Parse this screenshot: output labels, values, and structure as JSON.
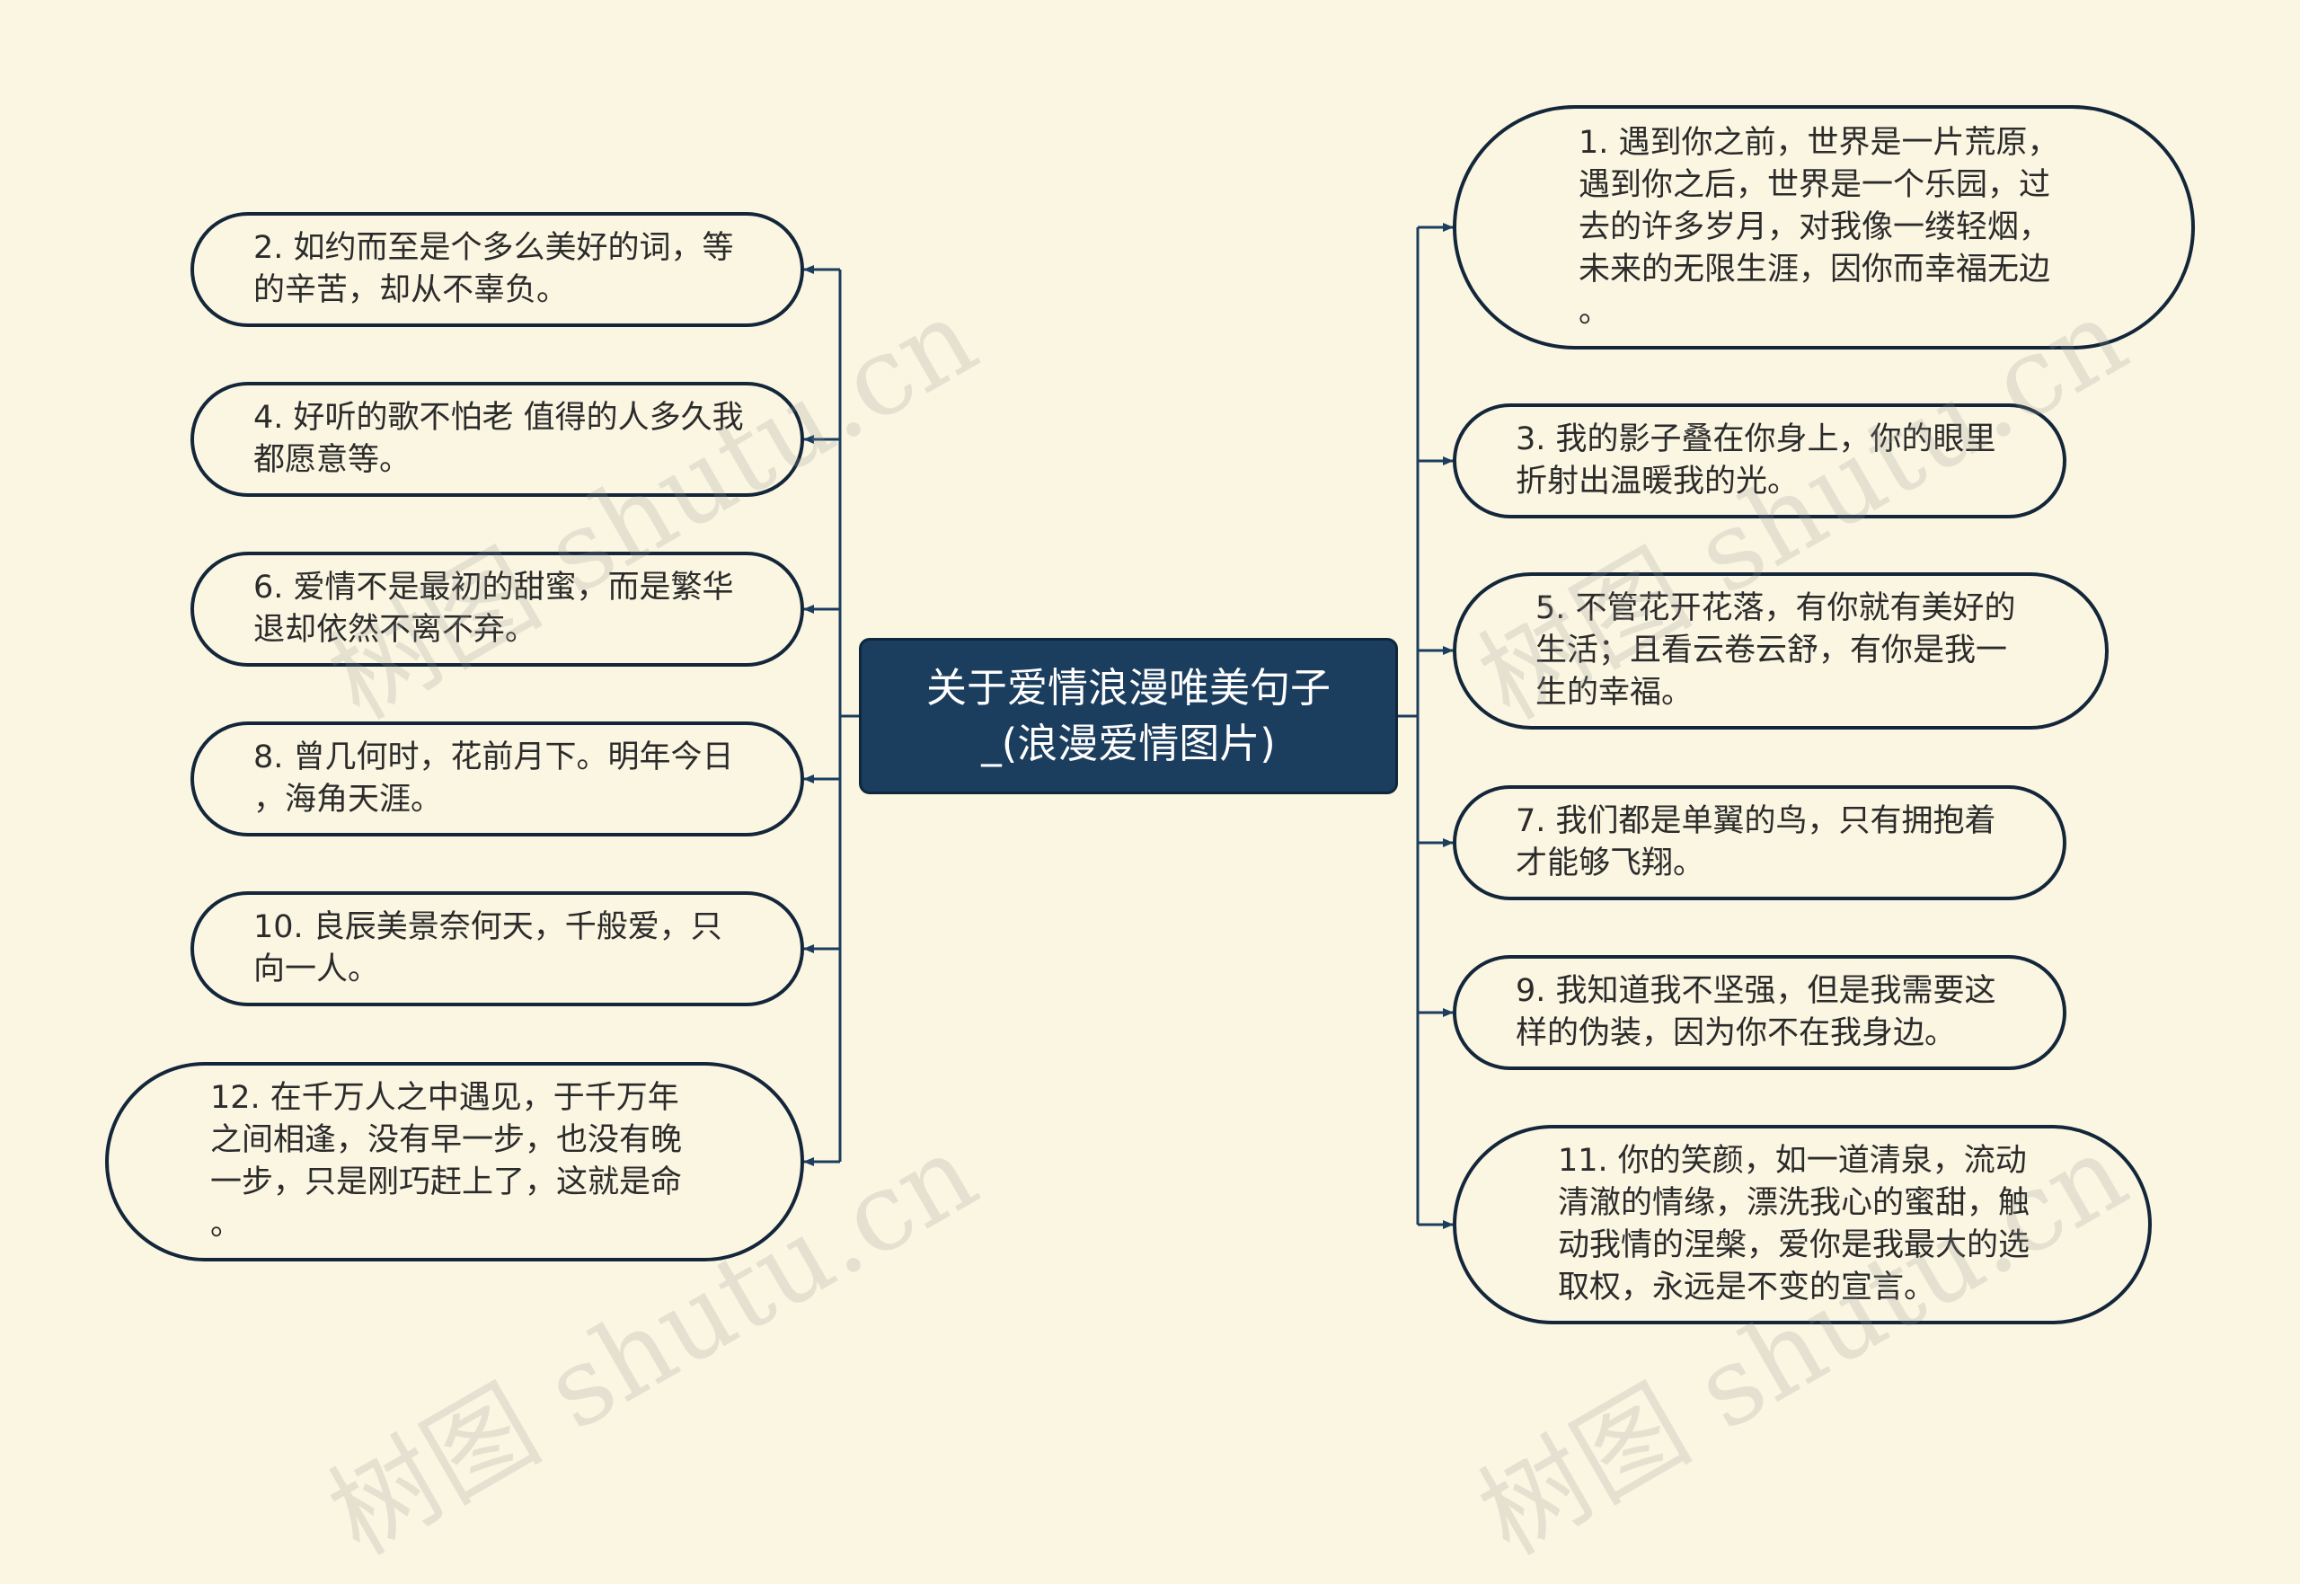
{
  "center": {
    "title": "关于爱情浪漫唯美句子_(浪漫爱情图片)"
  },
  "left_nodes": [
    {
      "text": "2. 如约而至是个多么美好的词，等\n的辛苦，却从不辜负。"
    },
    {
      "text": "4. 好听的歌不怕老 值得的人多久我\n都愿意等。"
    },
    {
      "text": "6. 爱情不是最初的甜蜜，而是繁华\n退却依然不离不弃。"
    },
    {
      "text": "8. 曾几何时，花前月下。明年今日\n，海角天涯。"
    },
    {
      "text": "10. 良辰美景奈何天，千般爱，只\n向一人。"
    },
    {
      "text": "12. 在千万人之中遇见，于千万年\n之间相逢，没有早一步，也没有晚\n一步，只是刚巧赶上了，这就是命\n。"
    }
  ],
  "right_nodes": [
    {
      "text": "1. 遇到你之前，世界是一片荒原，\n遇到你之后，世界是一个乐园，过\n去的许多岁月，对我像一缕轻烟，\n未来的无限生涯，因你而幸福无边\n。"
    },
    {
      "text": "3. 我的影子叠在你身上，你的眼里\n折射出温暖我的光。"
    },
    {
      "text": "5. 不管花开花落，有你就有美好的\n生活；且看云卷云舒，有你是我一\n生的幸福。"
    },
    {
      "text": "7. 我们都是单翼的鸟，只有拥抱着\n才能够飞翔。"
    },
    {
      "text": "9. 我知道我不坚强，但是我需要这\n样的伪装，因为你不在我身边。"
    },
    {
      "text": "11. 你的笑颜，如一道清泉，流动\n清澈的情缘，漂洗我心的蜜甜，触\n动我情的涅槃，爱你是我最大的选\n取权，永远是不变的宣言。"
    }
  ],
  "watermark": "树图 shutu.cn",
  "colors": {
    "background": "#fbf6e2",
    "center_fill": "#1b3d5e",
    "line": "#1b3d5e",
    "node_border": "#13263a"
  }
}
